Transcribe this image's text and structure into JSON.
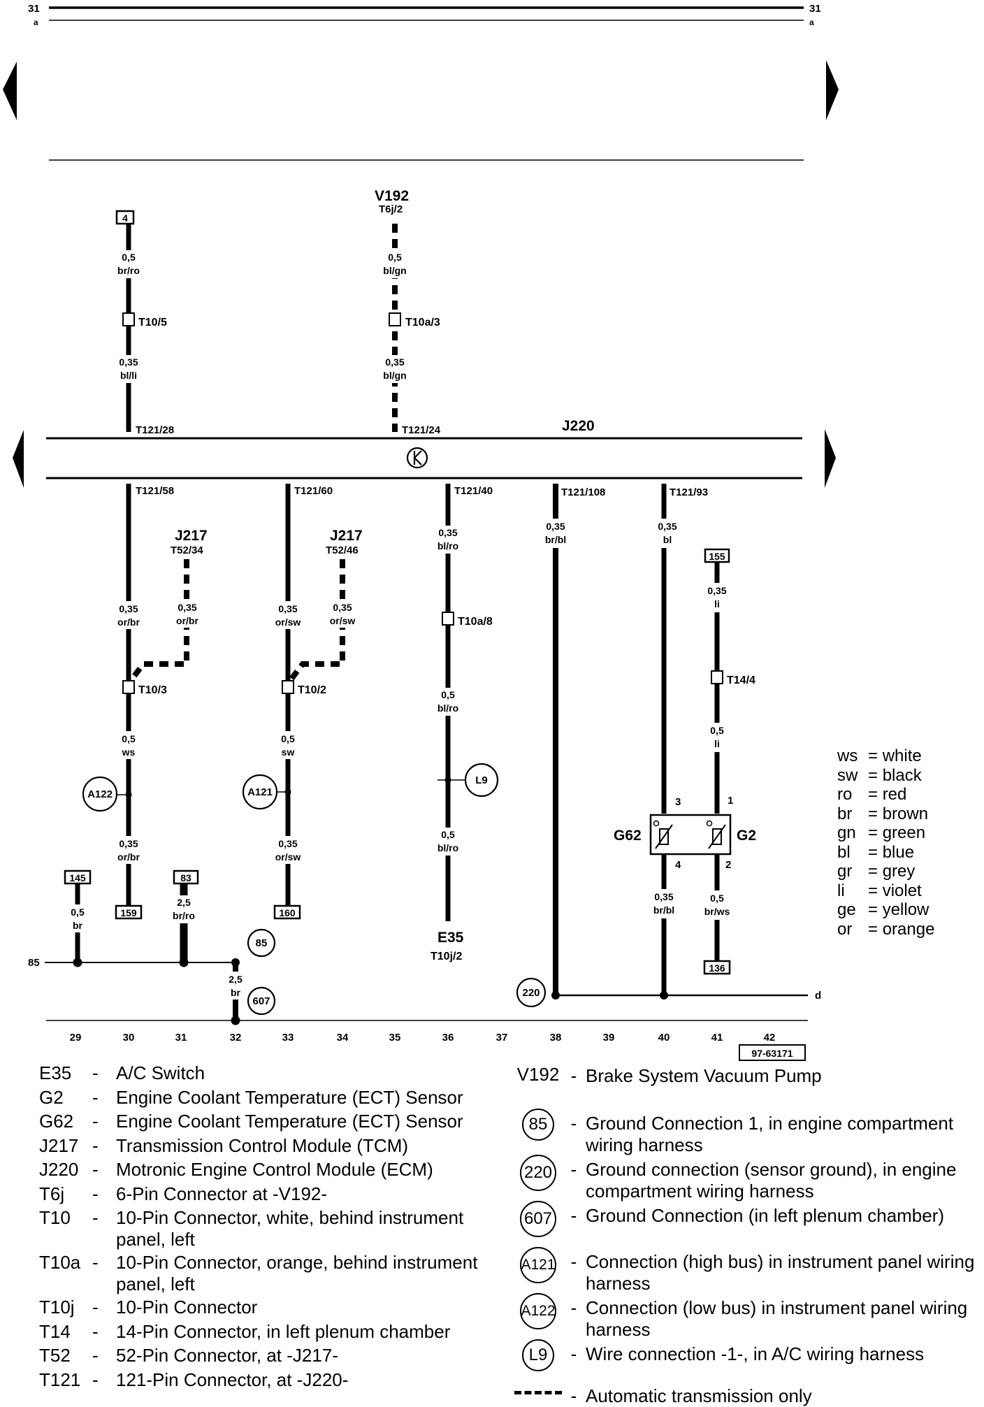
{
  "page_numbers": {
    "left": "31",
    "left_sub": "a",
    "right": "31",
    "right_sub": "a"
  },
  "doc_code": "97-63171",
  "wires": {
    "w1_top": {
      "size": "0,5",
      "color": "br/ro"
    },
    "w1_bot": {
      "size": "0,35",
      "color": "bl/li"
    },
    "w2_top": {
      "size": "0,5",
      "color": "bl/gn"
    },
    "w2_bot": {
      "size": "0,35",
      "color": "bl/gn"
    },
    "w3_top": {
      "size": "0,35",
      "color": "or/br"
    },
    "w3_j": {
      "size": "0,35",
      "color": "or/br"
    },
    "w3_mid": {
      "size": "0,5",
      "color": "ws"
    },
    "w3_bot": {
      "size": "0,35",
      "color": "or/br"
    },
    "w4_top": {
      "size": "0,35",
      "color": "or/sw"
    },
    "w4_j": {
      "size": "0,35",
      "color": "or/sw"
    },
    "w4_mid": {
      "size": "0,5",
      "color": "sw"
    },
    "w4_bot": {
      "size": "0,35",
      "color": "or/sw"
    },
    "w5_top": {
      "size": "0,35",
      "color": "bl/ro"
    },
    "w5_mid": {
      "size": "0,5",
      "color": "bl/ro"
    },
    "w5_bot": {
      "size": "0,5",
      "color": "bl/ro"
    },
    "w6": {
      "size": "0,35",
      "color": "br/bl"
    },
    "w7_top": {
      "size": "0,35",
      "color": "bl"
    },
    "w7_bot": {
      "size": "0,35",
      "color": "br/bl"
    },
    "w8_top": {
      "size": "0,35",
      "color": "li"
    },
    "w8_mid": {
      "size": "0,5",
      "color": "li"
    },
    "w8_bot": {
      "size": "0,5",
      "color": "br/ws"
    },
    "w145": {
      "size": "0,5",
      "color": "br"
    },
    "w83": {
      "size": "2,5",
      "color": "br/ro"
    },
    "w607": {
      "size": "2,5",
      "color": "br"
    }
  },
  "connectors": {
    "t10_5": "T10/5",
    "t10a_3": "T10a/3",
    "t121_28": "T121/28",
    "t121_24": "T121/24",
    "t121_58": "T121/58",
    "t121_60": "T121/60",
    "t121_40": "T121/40",
    "t121_108": "T121/108",
    "t121_93": "T121/93",
    "t10_3": "T10/3",
    "t10_2": "T10/2",
    "t10a_8": "T10a/8",
    "t14_4": "T14/4",
    "j217a_pin": "T52/34",
    "j217b_pin": "T52/46",
    "v192_pin": "T6j/2",
    "e35_pin": "T10j/2"
  },
  "components": {
    "v192": "V192",
    "j220": "J220",
    "j217a": "J217",
    "j217b": "J217",
    "e35": "E35",
    "g62": "G62",
    "g2": "G2",
    "g62_pin_top": "3",
    "g62_pin_bot": "4",
    "g2_pin_top": "1",
    "g2_pin_bot": "2"
  },
  "ref_boxes": {
    "b4": "4",
    "b145": "145",
    "b83": "83",
    "b159": "159",
    "b160": "160",
    "b155": "155",
    "b136": "136"
  },
  "grounds": {
    "g85": "85",
    "g607": "607",
    "g220": "220",
    "a122": "A122",
    "a121": "A121",
    "l9": "L9"
  },
  "edge_labels": {
    "left": "85",
    "right": "d"
  },
  "tracks": [
    "29",
    "30",
    "31",
    "32",
    "33",
    "34",
    "35",
    "36",
    "37",
    "38",
    "39",
    "40",
    "41",
    "42"
  ],
  "color_legend": [
    {
      "code": "ws",
      "name": "white"
    },
    {
      "code": "sw",
      "name": "black"
    },
    {
      "code": "ro",
      "name": "red"
    },
    {
      "code": "br",
      "name": "brown"
    },
    {
      "code": "gn",
      "name": "green"
    },
    {
      "code": "bl",
      "name": "blue"
    },
    {
      "code": "gr",
      "name": "grey"
    },
    {
      "code": "li",
      "name": "violet"
    },
    {
      "code": "ge",
      "name": "yellow"
    },
    {
      "code": "or",
      "name": "orange"
    }
  ],
  "key_left": [
    {
      "code": "E35",
      "desc": "A/C Switch"
    },
    {
      "code": "G2",
      "desc": "Engine Coolant Temperature (ECT) Sensor"
    },
    {
      "code": "G62",
      "desc": "Engine Coolant Temperature (ECT) Sensor"
    },
    {
      "code": "J217",
      "desc": "Transmission Control Module (TCM)"
    },
    {
      "code": "J220",
      "desc": "Motronic Engine Control Module (ECM)"
    },
    {
      "code": "T6j",
      "desc": "6-Pin Connector at -V192-"
    },
    {
      "code": "T10",
      "desc": "10-Pin Connector, white, behind instrument panel, left"
    },
    {
      "code": "T10a",
      "desc": "10-Pin Connector, orange, behind instrument panel, left"
    },
    {
      "code": "T10j",
      "desc": "10-Pin Connector"
    },
    {
      "code": "T14",
      "desc": "14-Pin Connector, in left plenum chamber"
    },
    {
      "code": "T52",
      "desc": "52-Pin Connector, at -J217-"
    },
    {
      "code": "T121",
      "desc": "121-Pin Connector, at -J220-"
    }
  ],
  "key_right": [
    {
      "code": "V192",
      "desc": "Brake System Vacuum Pump"
    },
    {
      "code": "85",
      "desc": "Ground Connection 1, in engine compartment wiring harness"
    },
    {
      "code": "220",
      "desc": "Ground connection (sensor ground), in engine compartment wiring harness"
    },
    {
      "code": "607",
      "desc": "Ground Connection (in left plenum chamber)"
    },
    {
      "code": "A121",
      "desc": "Connection (high bus) in instrument panel wiring harness"
    },
    {
      "code": "A122",
      "desc": "Connection (low bus) in instrument panel wiring harness"
    },
    {
      "code": "L9",
      "desc": "Wire connection -1-, in A/C  wiring harness"
    },
    {
      "code": "",
      "desc": "Automatic transmission only"
    }
  ]
}
